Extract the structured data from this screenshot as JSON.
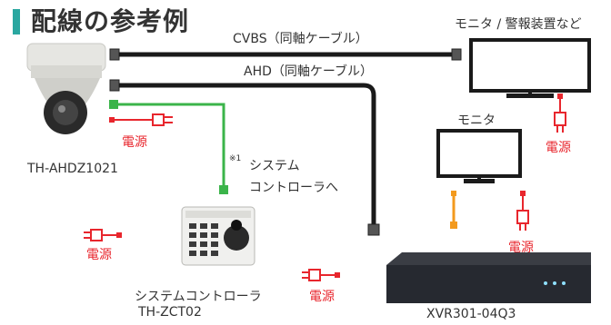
{
  "title": "配線の参考例",
  "cables": {
    "cvbs": "CVBS（同軸ケーブル）",
    "ahd": "AHD（同軸ケーブル）"
  },
  "devices": {
    "camera_model": "TH-AHDZ1021",
    "monitor_alarm": "モニタ / 警報装置など",
    "monitor": "モニタ",
    "xvr_model": "XVR301-04Q3",
    "controller_name": "システムコントローラ",
    "controller_model": "TH-ZCT02"
  },
  "note": {
    "mark": "※1",
    "line1": "システム",
    "line2": "コントローラへ"
  },
  "power_label": "電源",
  "colors": {
    "title_accent": "#2aa7a0",
    "power": "#e8262d",
    "control_wire": "#3bb44a",
    "orange_wire": "#f39a1e",
    "coax": "#1a1a1a"
  }
}
